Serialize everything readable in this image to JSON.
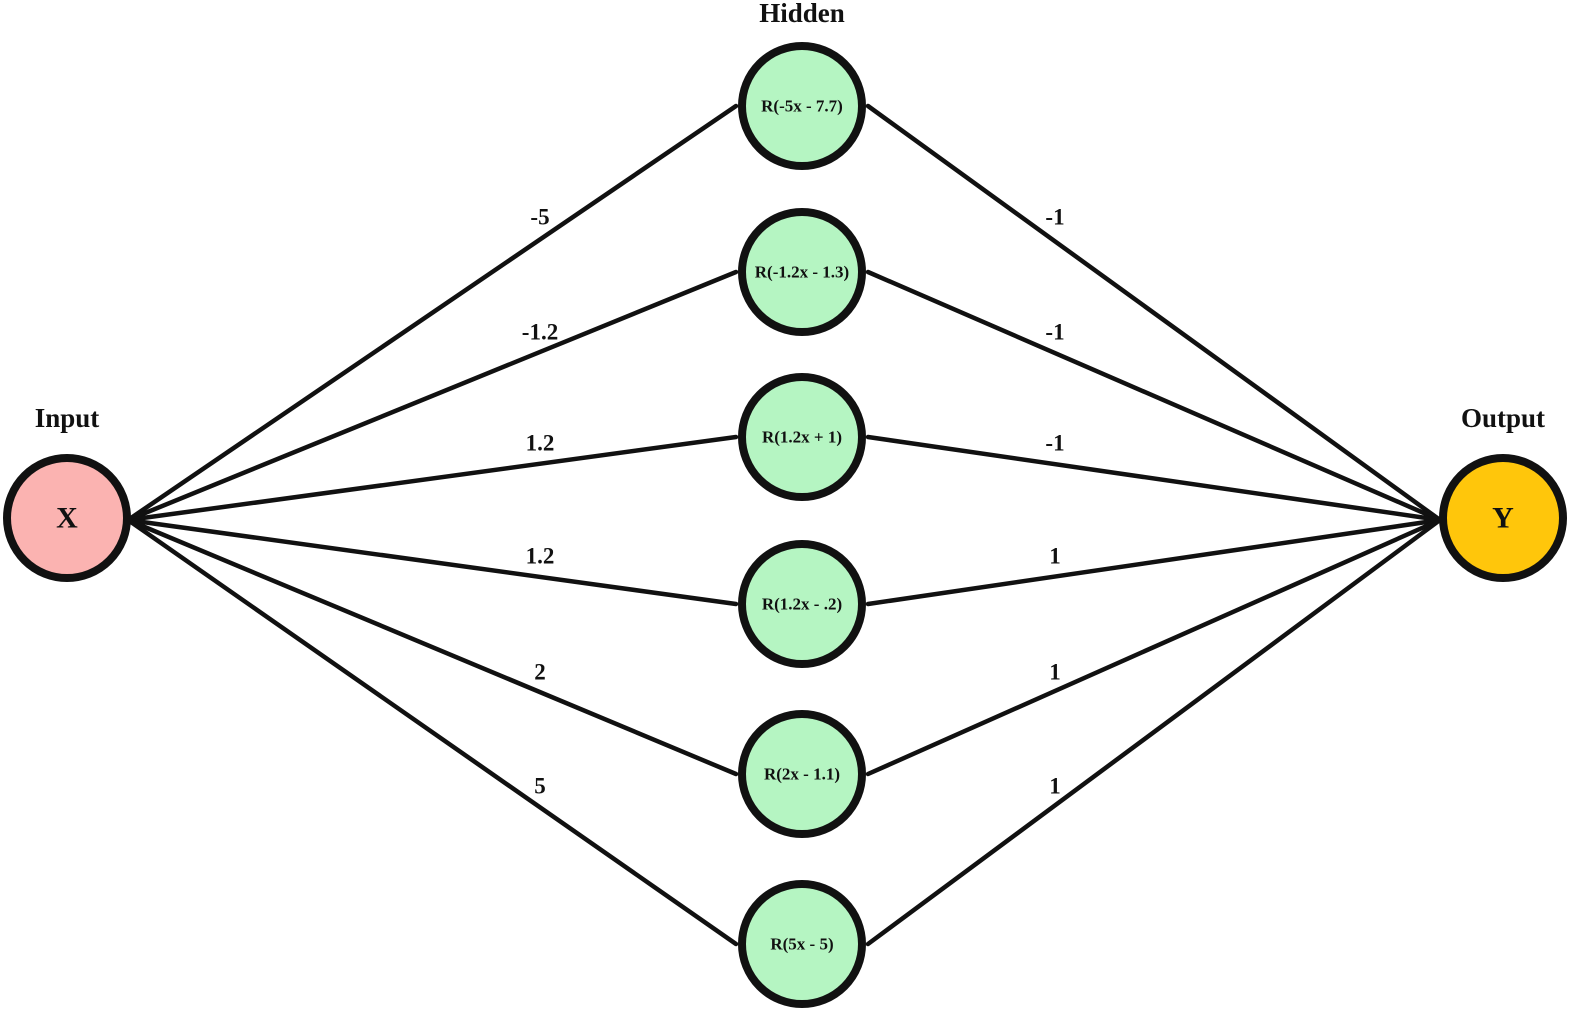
{
  "layers": {
    "input_title": "Input",
    "hidden_title": "Hidden",
    "output_title": "Output"
  },
  "input_node": {
    "label": "X",
    "fill": "#FBB3B1"
  },
  "output_node": {
    "label": "Y",
    "fill": "#FFC60B"
  },
  "hidden_fill": "#B5F5C2",
  "line_color": "#111111",
  "hidden_nodes": [
    {
      "label": "R(-5x - 7.7)",
      "in_weight": "-5",
      "out_weight": "-1"
    },
    {
      "label": "R(-1.2x - 1.3)",
      "in_weight": "-1.2",
      "out_weight": "-1"
    },
    {
      "label": "R(1.2x + 1)",
      "in_weight": "1.2",
      "out_weight": "-1"
    },
    {
      "label": "R(1.2x - .2)",
      "in_weight": "1.2",
      "out_weight": "1"
    },
    {
      "label": "R(2x - 1.1)",
      "in_weight": "2",
      "out_weight": "1"
    },
    {
      "label": "R(5x - 5)",
      "in_weight": "5",
      "out_weight": "1"
    }
  ]
}
